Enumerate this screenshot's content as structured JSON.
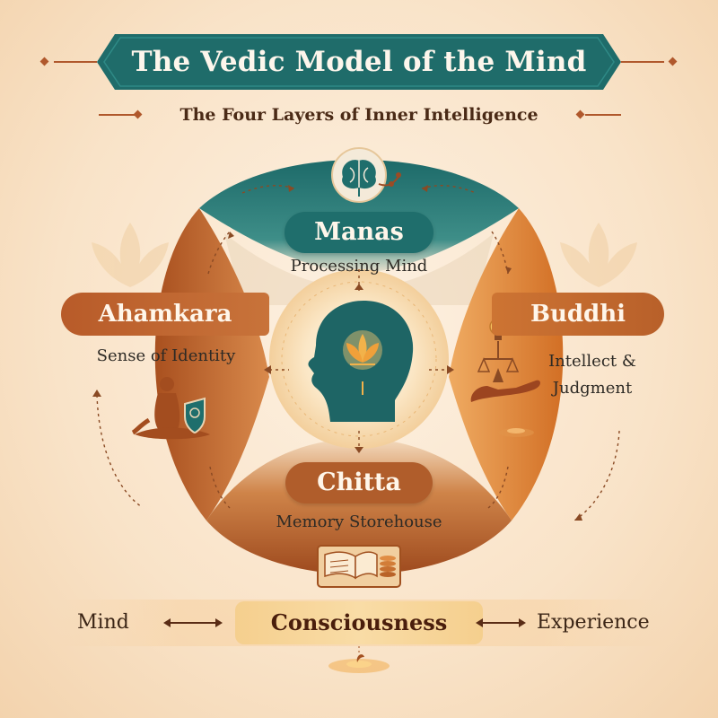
{
  "header": {
    "title": "The Vedic Model of the Mind",
    "subtitle": "The Four Layers of Inner Intelligence"
  },
  "layers": {
    "manas": {
      "name": "Manas",
      "description": "Processing Mind",
      "icon": "brain-icon"
    },
    "ahamkara": {
      "name": "Ahamkara",
      "description": "Sense of Identity",
      "icon": "meditating-figure-shield-icon"
    },
    "buddhi": {
      "name": "Buddhi",
      "description_line1": "Intellect &",
      "description_line2": "Judgment",
      "icon": "lightbulb-scales-hand-icon"
    },
    "chitta": {
      "name": "Chitta",
      "description": "Memory Storehouse",
      "icon": "book-coins-icon"
    }
  },
  "center": {
    "icon": "head-lotus-icon"
  },
  "footer": {
    "left": "Mind",
    "center": "Consciousness",
    "right": "Experience"
  },
  "colors": {
    "teal": "#1f6e6c",
    "orange": "#c8733a",
    "brown": "#b05d2b",
    "cream": "#fdf1e2",
    "gold": "#f0a64a"
  }
}
